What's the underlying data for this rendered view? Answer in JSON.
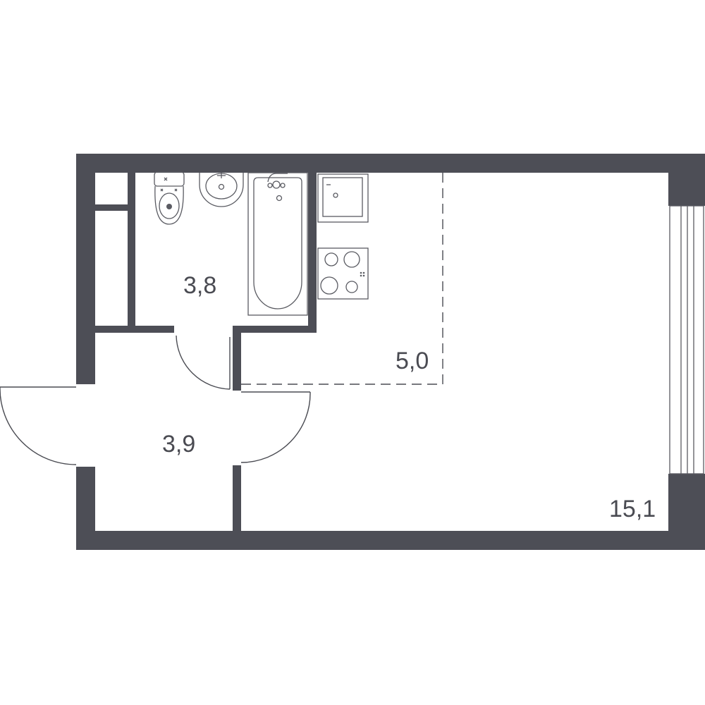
{
  "colors": {
    "wall": "#4d4e56",
    "background": "#ffffff",
    "label": "#4a4b52"
  },
  "rooms": {
    "bathroom": {
      "area": "3,8"
    },
    "kitchen": {
      "area": "5,0"
    },
    "hall": {
      "area": "3,9"
    },
    "living": {
      "area": "15,1"
    }
  },
  "fixtures": {
    "toilet": "toilet-icon",
    "sink": "sink-icon",
    "bathtub": "bathtub-icon",
    "kitchen_sink": "kitchen-sink-icon",
    "stove": "stove-icon"
  }
}
